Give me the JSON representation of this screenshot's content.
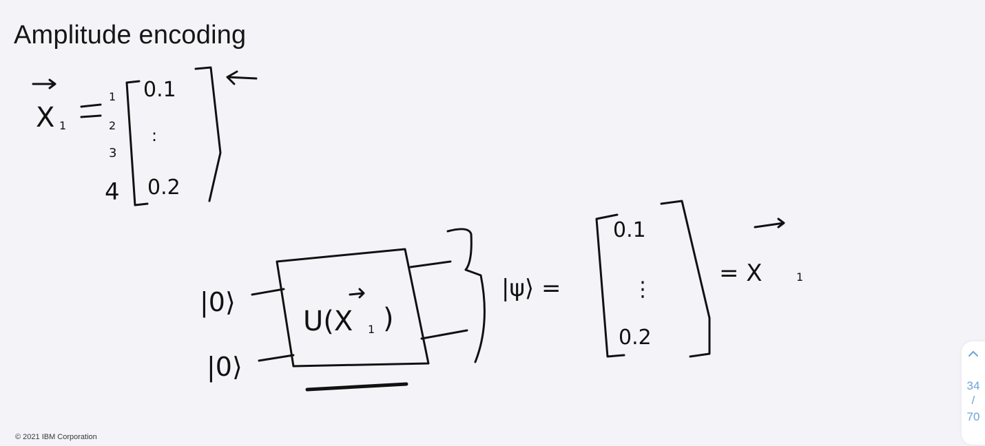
{
  "slide": {
    "title": "Amplitude encoding",
    "footer": "© 2021 IBM Corporation"
  },
  "pager": {
    "current": "34",
    "separator": "/",
    "total": "70",
    "up_icon": "chevron-up-icon"
  },
  "handwriting": {
    "vector_symbol": "X",
    "vector_subscript": "1",
    "vector_index_labels": [
      "1",
      "2",
      "3",
      "4"
    ],
    "vector_first": "0.1",
    "vector_dots": ":",
    "vector_last": "0.2",
    "ket_zero_1": "|0⟩",
    "ket_zero_2": "|0⟩",
    "gate_label": "U(X",
    "gate_label_sub": "1",
    "gate_label_close": ")",
    "ket_psi": "|ψ⟩ =",
    "state_first": "0.1",
    "state_dots": "⋮",
    "state_last": "0.2",
    "equals_vector": "= X",
    "equals_vector_sub": "1"
  }
}
